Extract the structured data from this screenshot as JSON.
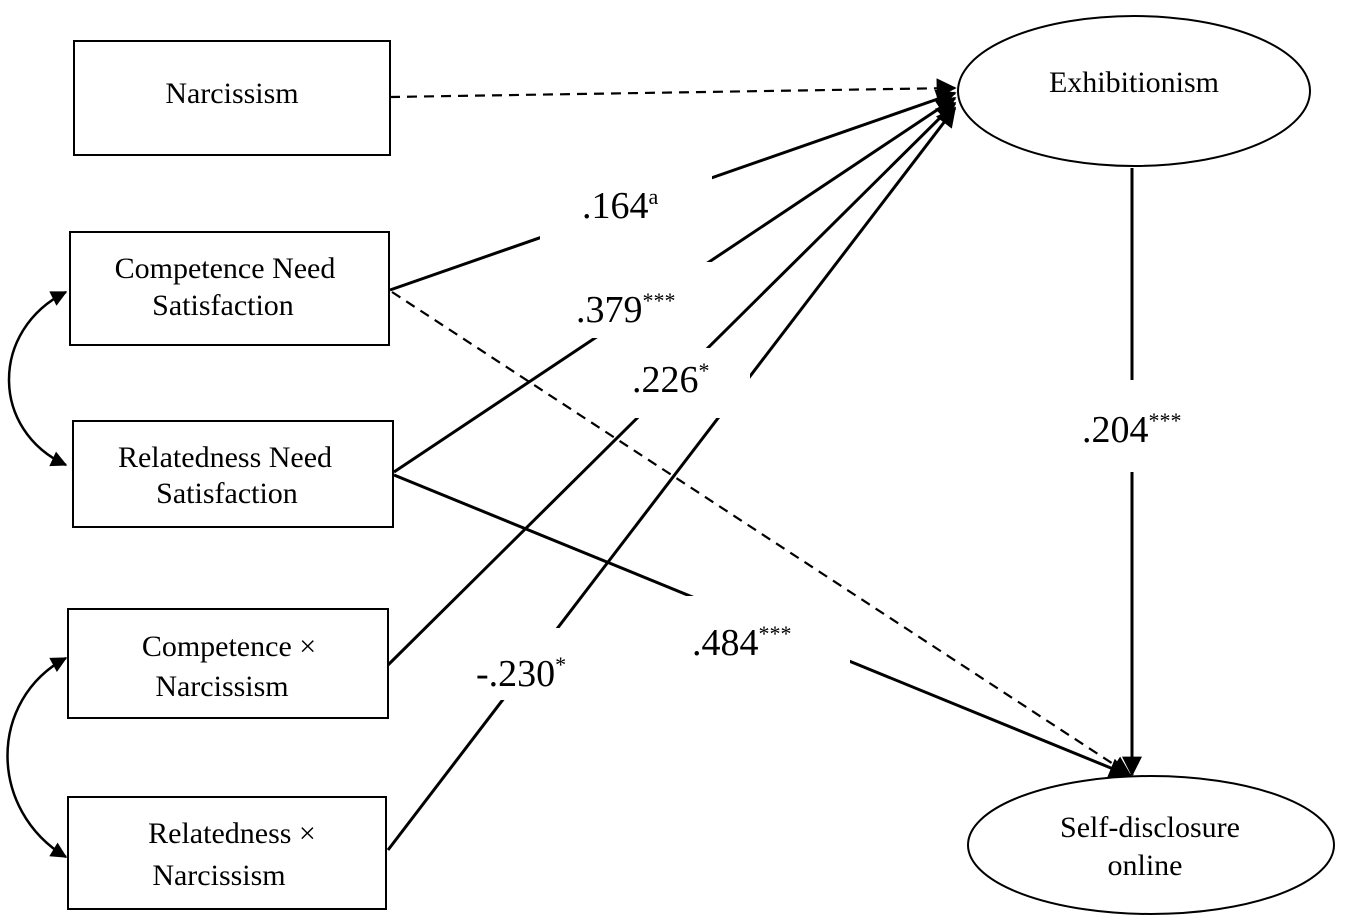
{
  "nodes": {
    "narcissism": {
      "lines": [
        "Narcissism"
      ]
    },
    "competence": {
      "lines": [
        "Competence Need",
        "Satisfaction"
      ]
    },
    "relatedness": {
      "lines": [
        "Relatedness Need",
        "Satisfaction"
      ]
    },
    "competence_x": {
      "lines": [
        "Competence ×",
        "Narcissism"
      ]
    },
    "relatedness_x": {
      "lines": [
        "Relatedness ×",
        "Narcissism"
      ]
    },
    "exhibitionism": {
      "lines": [
        "Exhibitionism"
      ]
    },
    "self_disclosure": {
      "lines": [
        "Self-disclosure",
        "online"
      ]
    }
  },
  "paths": [
    {
      "id": "narc-exh",
      "from": "narcissism",
      "to": "exhibitionism",
      "style": "dashed"
    },
    {
      "id": "comp-exh",
      "from": "competence",
      "to": "exhibitionism",
      "style": "solid",
      "coef": ".164",
      "sig": "a"
    },
    {
      "id": "rel-exh",
      "from": "relatedness",
      "to": "exhibitionism",
      "style": "solid",
      "coef": ".379",
      "sig": "***"
    },
    {
      "id": "compx-exh",
      "from": "competence_x",
      "to": "exhibitionism",
      "style": "solid",
      "coef": ".226",
      "sig": "*"
    },
    {
      "id": "relx-exh",
      "from": "relatedness_x",
      "to": "exhibitionism",
      "style": "solid",
      "coef": "-.230",
      "sig": "*"
    },
    {
      "id": "exh-sd",
      "from": "exhibitionism",
      "to": "self_disclosure",
      "style": "solid",
      "coef": ".204",
      "sig": "***"
    },
    {
      "id": "rel-sd",
      "from": "relatedness",
      "to": "self_disclosure",
      "style": "solid",
      "coef": ".484",
      "sig": "***"
    },
    {
      "id": "comp-sd",
      "from": "competence",
      "to": "self_disclosure",
      "style": "dashed"
    }
  ],
  "correlations": [
    {
      "id": "comp-rel",
      "between": [
        "competence",
        "relatedness"
      ]
    },
    {
      "id": "compx-relx",
      "between": [
        "competence_x",
        "relatedness_x"
      ]
    }
  ]
}
